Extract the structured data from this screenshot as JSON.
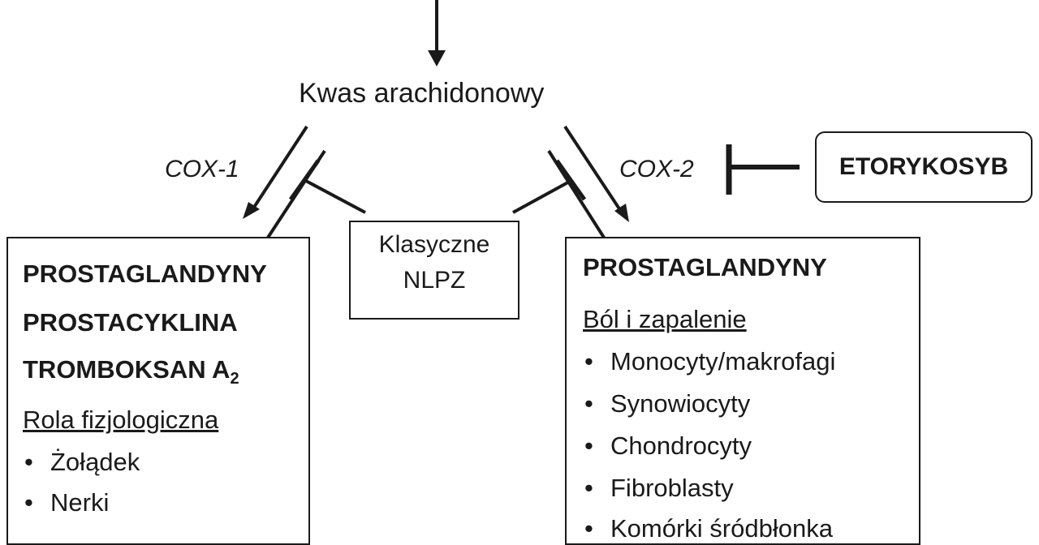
{
  "substrate": "Kwas arachidonowy",
  "cox1": {
    "label": "COX-1"
  },
  "cox2": {
    "label": "COX-2"
  },
  "inhibitors": {
    "nsaid_line1": "Klasyczne",
    "nsaid_line2": "NLPZ",
    "etoricoxib": "ETORYKOSYB"
  },
  "left_box": {
    "line1": "PROSTAGLANDYNY",
    "line2": "PROSTACYKLINA",
    "line3": "TROMBOKSAN A",
    "line3_sub": "2",
    "section": "Rola fizjologiczna",
    "items": [
      "Żołądek",
      "Nerki"
    ]
  },
  "right_box": {
    "line1": "PROSTAGLANDYNY",
    "section": "Ból i zapalenie",
    "items": [
      "Monocyty/makrofagi",
      "Synowiocyty",
      "Chondrocyty",
      "Fibroblasty",
      "Komórki śródbłonka"
    ]
  },
  "colors": {
    "ink": "#1a1a1a",
    "background": "#ffffff"
  }
}
